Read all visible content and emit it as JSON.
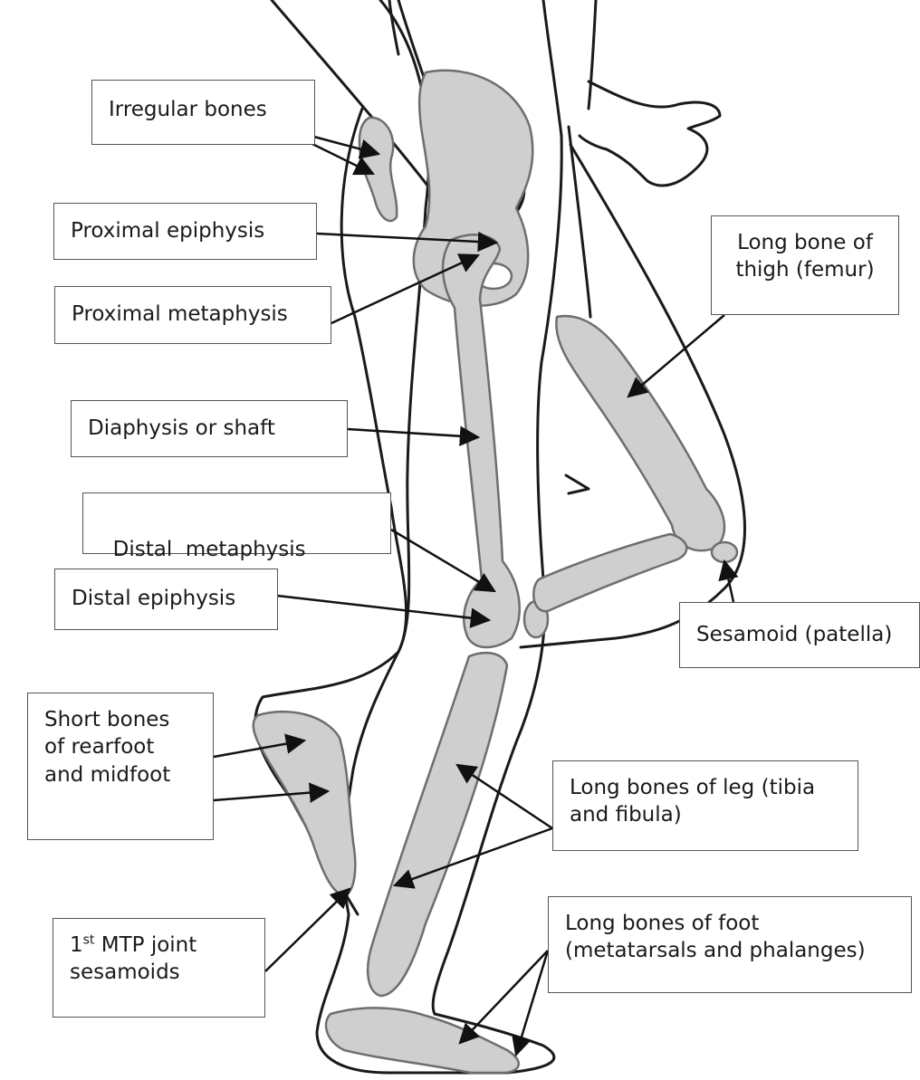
{
  "labels": {
    "irregular": "Irregular bones",
    "prox_epiphysis": "Proximal epiphysis",
    "prox_metaphysis": "Proximal metaphysis",
    "diaphysis": "Diaphysis or shaft",
    "distal_metaphysis": "Distal  metaphysis",
    "distal_epiphysis": "Distal epiphysis",
    "short_line1": "Short bones",
    "short_line2": "of rearfoot",
    "short_line3": "and midfoot",
    "mtp_number": "1",
    "mtp_sup": "st",
    "mtp_line1_rest": " MTP joint",
    "mtp_line2": "sesamoids",
    "femur_line1": "Long bone of",
    "femur_line2": "thigh (femur)",
    "patella": "Sesamoid (patella)",
    "leg_line1": "Long bones of leg (tibia",
    "leg_line2": "and fibula)",
    "foot_line1": "Long bones of foot",
    "foot_line2": "(metatarsals and phalanges)"
  },
  "colors": {
    "bone_fill": "#cfcfcf",
    "outline": "#1a1a1a",
    "bone_edge": "#6e6e6e",
    "box_border": "#555555"
  }
}
